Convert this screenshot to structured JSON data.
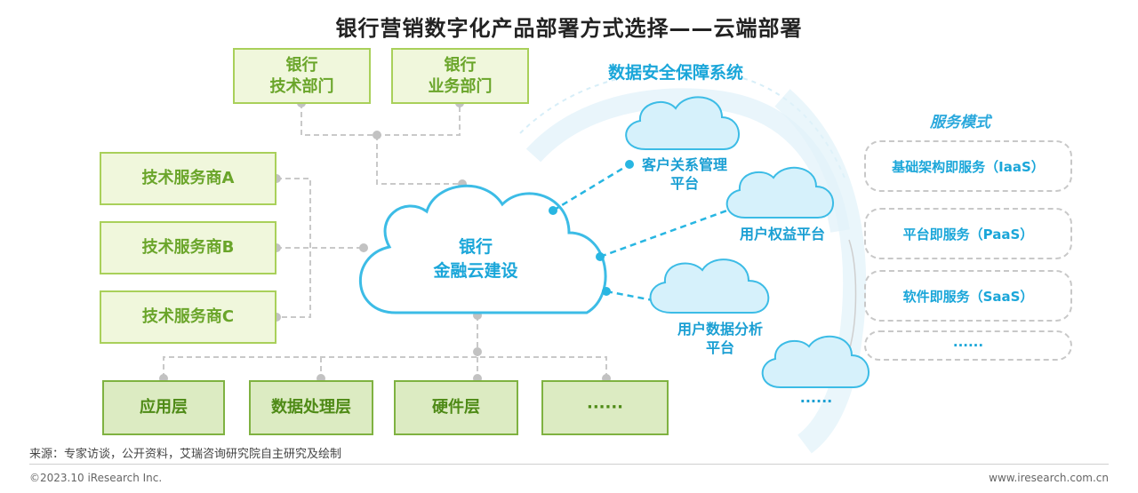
{
  "title": "银行营销数字化产品部署方式选择——云端部署",
  "top_boxes": [
    {
      "line1": "银行",
      "line2": "技术部门"
    },
    {
      "line1": "银行",
      "line2": "业务部门"
    }
  ],
  "providers": [
    "技术服务商A",
    "技术服务商B",
    "技术服务商C"
  ],
  "center_cloud": {
    "line1": "银行",
    "line2": "金融云建设"
  },
  "bottom_boxes": [
    "应用层",
    "数据处理层",
    "硬件层",
    "······"
  ],
  "security_label": "数据安全保障系统",
  "clouds": [
    {
      "line1": "客户关系管理",
      "line2": "平台"
    },
    {
      "line1": "用户权益平台",
      "line2": ""
    },
    {
      "line1": "用户数据分析",
      "line2": "平台"
    },
    {
      "line1": "······",
      "line2": ""
    }
  ],
  "service_mode": {
    "label": "服务模式",
    "items": [
      "基础架构即服务（IaaS）",
      "平台即服务（PaaS）",
      "软件即服务（SaaS）",
      "······"
    ]
  },
  "footer": {
    "source": "来源：专家访谈，公开资料，艾瑞咨询研究院自主研究及绘制",
    "copyright": "©2023.10 iResearch Inc.",
    "website": "www.iresearch.com.cn"
  },
  "colors": {
    "green_border": "#8cc43f",
    "green_fill": "#eef6dd",
    "cloud_blue": "#28b6e2",
    "cloud_fill": "#d6f1fb"
  }
}
